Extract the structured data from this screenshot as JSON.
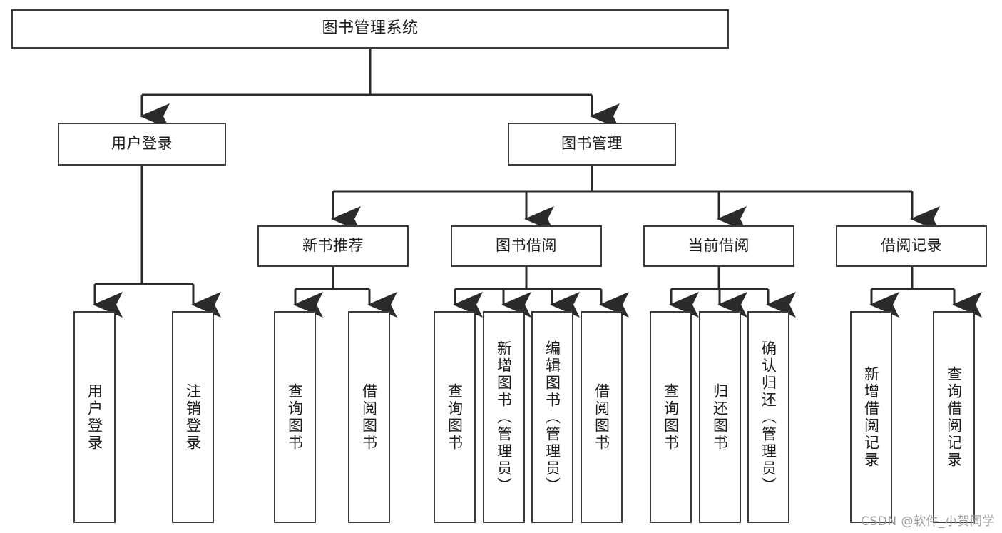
{
  "diagram": {
    "title": "图书管理系统",
    "watermark": "CSDN @软件_小贺同学",
    "colors": {
      "box_border": "#3a3a3a",
      "edge": "#2b2b2b",
      "background": "#ffffff",
      "text": "#1d1d1d",
      "watermark": "#9d9d9d"
    },
    "nodes": {
      "root": {
        "label": "图书管理系统"
      },
      "level2": [
        {
          "id": "user_login",
          "label": "用户登录"
        },
        {
          "id": "book_manage",
          "label": "图书管理"
        }
      ],
      "level3": [
        {
          "id": "new_book_rec",
          "label": "新书推荐"
        },
        {
          "id": "book_borrow",
          "label": "图书借阅"
        },
        {
          "id": "current_borrow",
          "label": "当前借阅"
        },
        {
          "id": "borrow_record",
          "label": "借阅记录"
        }
      ],
      "leaves": {
        "user_login": [
          {
            "id": "leaf_user_login",
            "label": "用户登录"
          },
          {
            "id": "leaf_logout",
            "label": "注销登录"
          }
        ],
        "new_book_rec": [
          {
            "id": "leaf_query_book_1",
            "label": "查询图书"
          },
          {
            "id": "leaf_borrow_book_1",
            "label": "借阅图书"
          }
        ],
        "book_borrow": [
          {
            "id": "leaf_query_book_2",
            "label": "查询图书"
          },
          {
            "id": "leaf_add_book",
            "label": "新增图书（管理员）"
          },
          {
            "id": "leaf_edit_book",
            "label": "编辑图书（管理员）"
          },
          {
            "id": "leaf_borrow_book_2",
            "label": "借阅图书"
          }
        ],
        "current_borrow": [
          {
            "id": "leaf_query_book_3",
            "label": "查询图书"
          },
          {
            "id": "leaf_return_book",
            "label": "归还图书"
          },
          {
            "id": "leaf_confirm_return",
            "label": "确认归还（管理员）"
          }
        ],
        "borrow_record": [
          {
            "id": "leaf_add_record",
            "label": "新增借阅记录"
          },
          {
            "id": "leaf_query_record",
            "label": "查询借阅记录"
          }
        ]
      }
    }
  }
}
